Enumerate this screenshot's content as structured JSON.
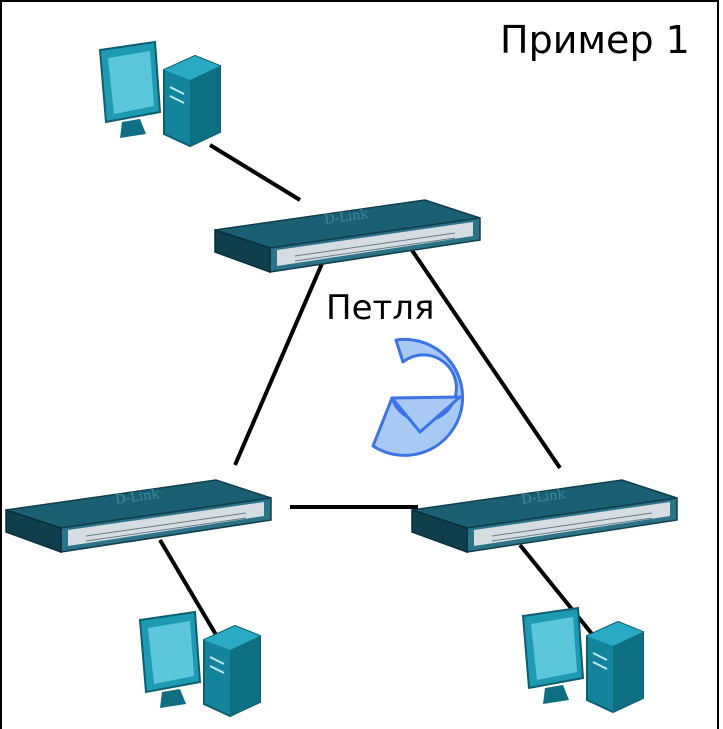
{
  "title": "Пример 1",
  "loop_label": "Петля",
  "brand": "D-Link",
  "colors": {
    "device": "#1b5f73",
    "device_dark": "#0f3e4c",
    "panel": "#c9d3db",
    "monitor": "#1e9bb3",
    "loop_fill": "#a9c9f5",
    "loop_stroke": "#3c74e6",
    "link": "#000000"
  },
  "icons": [
    "computer-icon",
    "switch-icon",
    "loop-arrow-icon"
  ]
}
